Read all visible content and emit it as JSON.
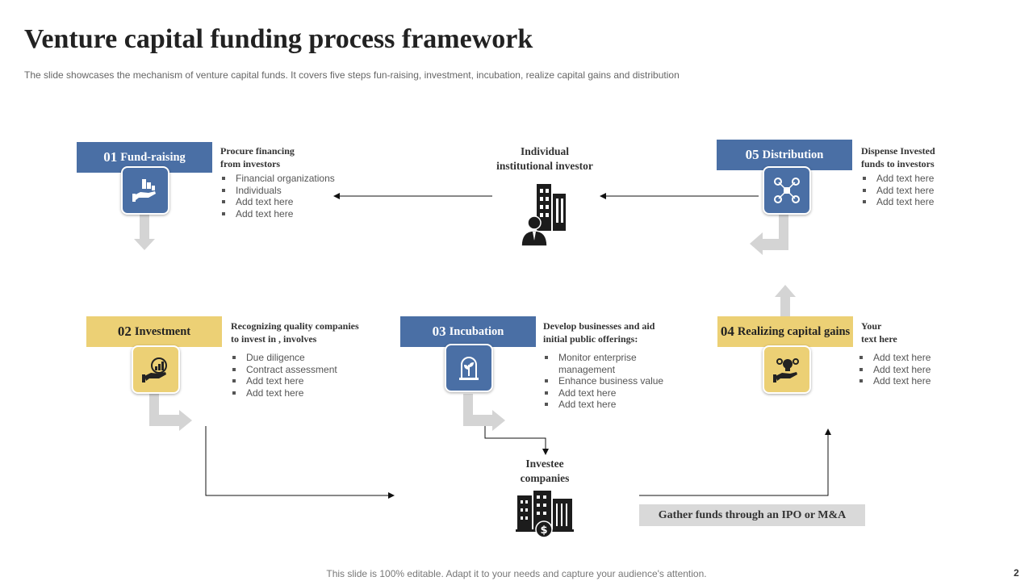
{
  "title": "Venture capital funding process framework",
  "subtitle": "The slide showcases the mechanism of venture capital funds. It covers five steps fun-raising, investment, incubation, realize capital gains and distribution",
  "steps": [
    {
      "num": "01",
      "label": "Fund-raising",
      "icon": "hand-money-icon",
      "color": "#4a6fa5",
      "heading": [
        "Procure financing",
        "from  investors"
      ],
      "items": [
        "Financial organizations",
        "Individuals",
        "Add text here",
        "Add text here"
      ]
    },
    {
      "num": "02",
      "label": "Investment",
      "icon": "hand-growth-chart-icon",
      "color": "#ecd075",
      "heading": [
        "Recognizing quality companies",
        "to invest in , involves"
      ],
      "items": [
        "Due diligence",
        "Contract assessment",
        "Add text here",
        "Add text here"
      ]
    },
    {
      "num": "03",
      "label": "Incubation",
      "icon": "plant-incubator-icon",
      "color": "#4a6fa5",
      "heading": [
        "Develop  businesses and  aid",
        "initial public  offerings:"
      ],
      "items": [
        "Monitor enterprise",
        "management",
        "Enhance business value",
        "Add text here",
        "Add text here"
      ]
    },
    {
      "num": "04",
      "label": "Realizing capital gains",
      "icon": "hand-lightbulb-gears-icon",
      "color": "#ecd075",
      "heading": [
        "Your",
        "text here"
      ],
      "items": [
        "Add text here",
        "Add text here",
        "Add text here"
      ]
    },
    {
      "num": "05",
      "label": "Distribution",
      "icon": "network-people-icon",
      "color": "#4a6fa5",
      "heading": [
        "Dispense Invested",
        "funds  to investors"
      ],
      "items": [
        "Add text here",
        "Add text here",
        "Add text here"
      ]
    }
  ],
  "investor": {
    "lines": [
      "Individual",
      "institutional investor"
    ],
    "icon": "businessman-building-icon"
  },
  "investee": {
    "lines": [
      "Investee",
      "companies"
    ],
    "icon": "office-buildings-dollar-icon"
  },
  "ipo_label": "Gather funds through an IPO or M&A",
  "footer": "This slide is 100% editable. Adapt it to your needs and capture your audience's attention.",
  "page_number": "2"
}
